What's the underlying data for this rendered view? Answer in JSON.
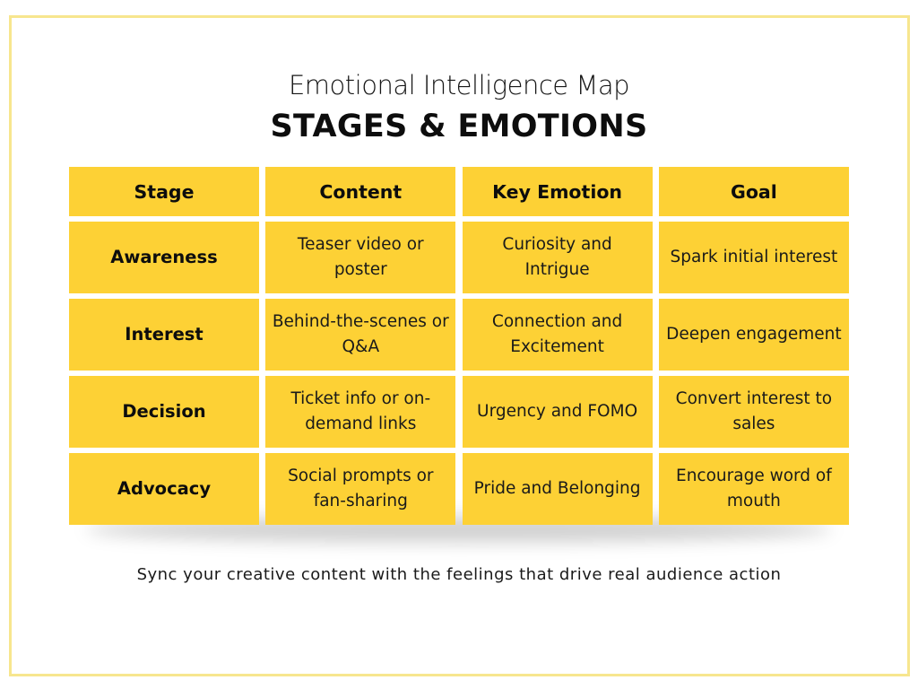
{
  "header": {
    "subtitle": "Emotional Intelligence Map",
    "title": "STAGES & EMOTIONS"
  },
  "table": {
    "columns": [
      "Stage",
      "Content",
      "Key Emotion",
      "Goal"
    ],
    "rows": [
      {
        "stage": "Awareness",
        "content": "Teaser video or poster",
        "emotion": "Curiosity and Intrigue",
        "goal": "Spark initial interest"
      },
      {
        "stage": "Interest",
        "content": "Behind-the-scenes or Q&A",
        "emotion": "Connection and Excitement",
        "goal": "Deepen engagement"
      },
      {
        "stage": "Decision",
        "content": "Ticket info or on-demand links",
        "emotion": "Urgency and FOMO",
        "goal": "Convert interest to sales"
      },
      {
        "stage": "Advocacy",
        "content": "Social prompts or fan-sharing",
        "emotion": "Pride and Belonging",
        "goal": "Encourage word of mouth"
      }
    ]
  },
  "footer": {
    "text": "Sync your creative content with the feelings that drive real audience action"
  },
  "colors": {
    "cell_fill": "#fdd135",
    "frame_border": "#f7e68e",
    "text": "#111111"
  }
}
